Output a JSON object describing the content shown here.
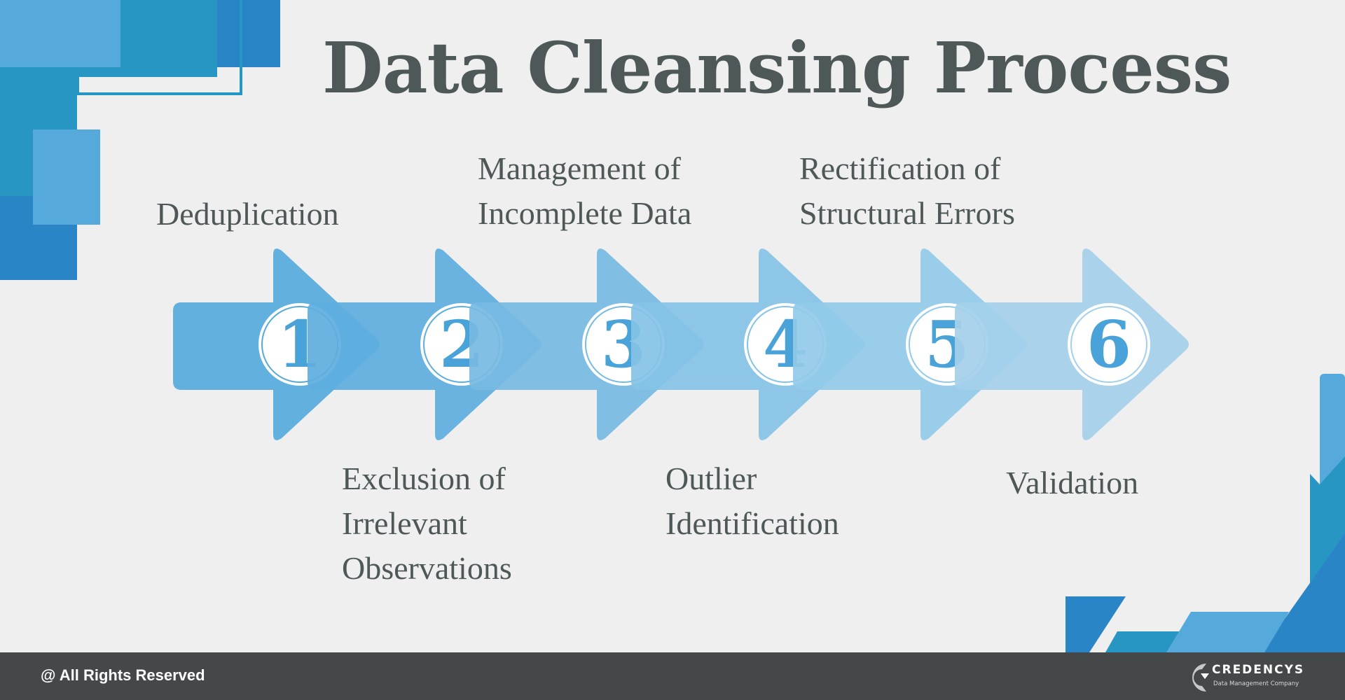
{
  "title": "Data Cleansing Process",
  "steps": [
    {
      "number": "1",
      "label_lines": [
        "Deduplication"
      ],
      "color": "#56aadb"
    },
    {
      "number": "2",
      "label_lines": [
        "Exclusion of",
        "Irrelevant",
        "Observations"
      ],
      "color": "#5eaee0"
    },
    {
      "number": "3",
      "label_lines": [
        "Management of",
        "Incomplete Data"
      ],
      "color": "#77bae2"
    },
    {
      "number": "4",
      "label_lines": [
        "Outlier",
        "Identification"
      ],
      "color": "#84c2e6"
    },
    {
      "number": "5",
      "label_lines": [
        "Rectification of",
        "Structural Errors"
      ],
      "color": "#93cae9"
    },
    {
      "number": "6",
      "label_lines": [
        "Validation"
      ],
      "color": "#a4d0ea"
    }
  ],
  "footer": {
    "copyright": "@ All Rights Reserved"
  },
  "logo": {
    "name": "CREDENCYS",
    "tagline": "Data Management Company"
  },
  "colors": {
    "title": "#4f5858",
    "background": "#efefef",
    "footer": "#454849",
    "number": "#4aa3d8",
    "accent_dark": "#2a85c6",
    "accent_teal": "#2896c2",
    "accent_light": "#56aadb"
  }
}
